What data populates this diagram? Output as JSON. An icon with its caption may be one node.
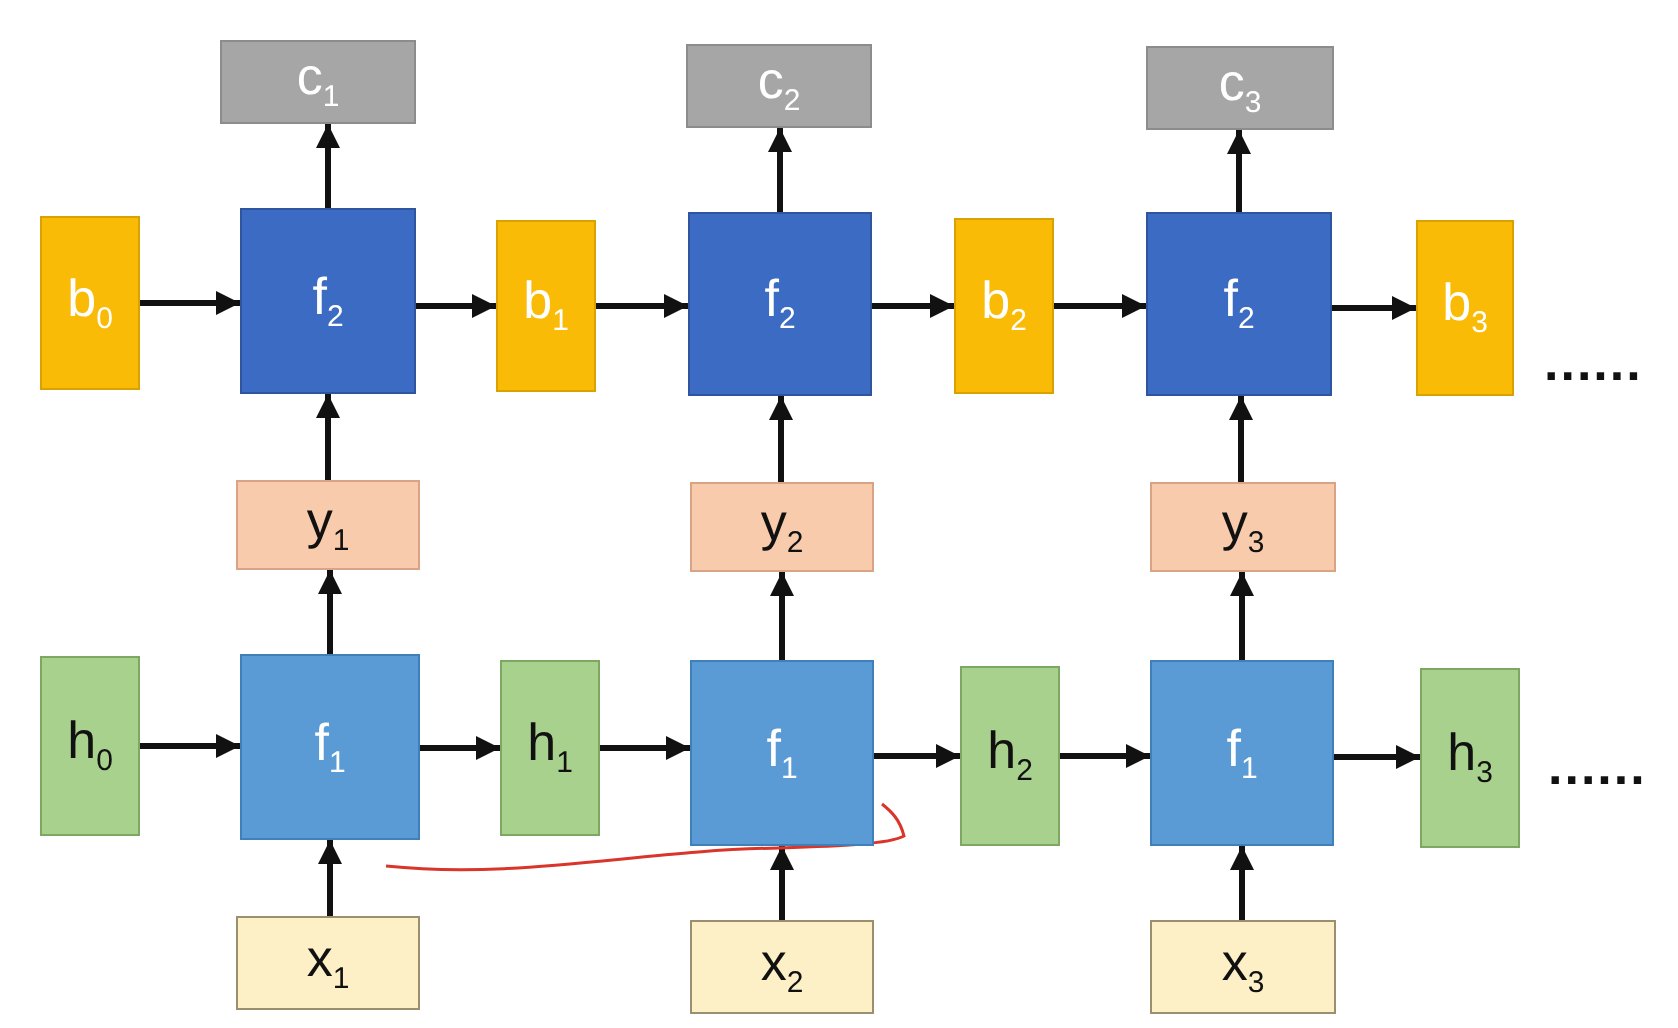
{
  "diagram": {
    "nodes": [
      {
        "text": [
          "c$_{1}$"
        ]
      },
      {
        "text": [
          "c$_{2}$"
        ]
      },
      {
        "text": [
          "c$_{3}$"
        ]
      },
      {
        "text": [
          "b$_{0}$"
        ]
      },
      {
        "text": [
          "f$_{2}$"
        ]
      },
      {
        "text": [
          "b$_{1}$"
        ]
      },
      {
        "text": [
          "f$_{2}$"
        ]
      },
      {
        "text": [
          "b$_{2}$"
        ]
      },
      {
        "text": [
          "f$_{2}$"
        ]
      },
      {
        "text": [
          "b$_{3}$"
        ]
      },
      {
        "text": [
          "y$_{1}$"
        ]
      },
      {
        "text": [
          "y$_{2}$"
        ]
      },
      {
        "text": [
          "y$_{3}$"
        ]
      },
      {
        "text": [
          "h$_{0}$"
        ]
      },
      {
        "text": [
          "f$_{1}$"
        ]
      },
      {
        "text": [
          "h$_{1}$"
        ]
      },
      {
        "text": [
          "f$_{1}$"
        ]
      },
      {
        "text": [
          "h$_{2}$"
        ]
      },
      {
        "text": [
          "f$_{1}$"
        ]
      },
      {
        "text": [
          "h$_{3}$"
        ]
      },
      {
        "text": [
          "x$_{1}$"
        ]
      },
      {
        "text": [
          "x$_{2}$"
        ]
      },
      {
        "text": [
          "x$_{3}$"
        ]
      }
    ],
    "edges": [
      {
        "from": 4,
        "to": 0,
        "arrow": "to"
      },
      {
        "from": 6,
        "to": 1,
        "arrow": "to"
      },
      {
        "from": 8,
        "to": 2,
        "arrow": "to"
      },
      {
        "from": 3,
        "to": 4,
        "arrow": "to"
      },
      {
        "from": 4,
        "to": 5,
        "arrow": "to"
      },
      {
        "from": 5,
        "to": 6,
        "arrow": "to"
      },
      {
        "from": 6,
        "to": 7,
        "arrow": "to"
      },
      {
        "from": 7,
        "to": 8,
        "arrow": "to"
      },
      {
        "from": 8,
        "to": 9,
        "arrow": "to"
      },
      {
        "from": 10,
        "to": 4,
        "arrow": "to"
      },
      {
        "from": 11,
        "to": 6,
        "arrow": "to"
      },
      {
        "from": 12,
        "to": 8,
        "arrow": "to"
      },
      {
        "from": 14,
        "to": 10,
        "arrow": "to"
      },
      {
        "from": 16,
        "to": 11,
        "arrow": "to"
      },
      {
        "from": 18,
        "to": 12,
        "arrow": "to"
      },
      {
        "from": 13,
        "to": 14,
        "arrow": "to"
      },
      {
        "from": 14,
        "to": 15,
        "arrow": "to"
      },
      {
        "from": 15,
        "to": 16,
        "arrow": "to"
      },
      {
        "from": 16,
        "to": 17,
        "arrow": "to"
      },
      {
        "from": 17,
        "to": 18,
        "arrow": "to"
      },
      {
        "from": 18,
        "to": 19,
        "arrow": "to"
      },
      {
        "from": 20,
        "to": 14,
        "arrow": "to"
      },
      {
        "from": 21,
        "to": 16,
        "arrow": "to"
      },
      {
        "from": 22,
        "to": 18,
        "arrow": "to"
      }
    ],
    "labels": [
      "......",
      "......"
    ]
  }
}
